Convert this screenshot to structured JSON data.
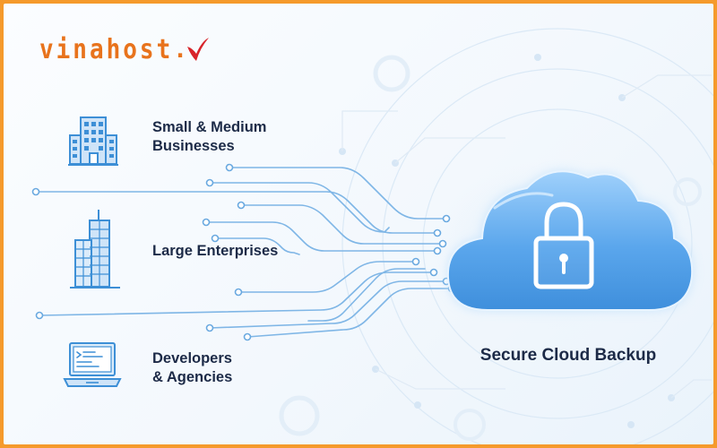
{
  "brand": {
    "name": "vinahost",
    "suffix": "."
  },
  "segments": [
    {
      "label_line1": "Small & Medium",
      "label_line2": "Businesses",
      "icon": "building-icon"
    },
    {
      "label_line1": "Large Enterprises",
      "label_line2": "",
      "icon": "skyscraper-icon"
    },
    {
      "label_line1": "Developers",
      "label_line2": "& Agencies",
      "icon": "laptop-icon"
    }
  ],
  "cloud": {
    "label": "Secure Cloud Backup",
    "icon": "lock-icon"
  },
  "colors": {
    "accent_orange": "#e8731c",
    "check_red": "#d8242b",
    "navy_text": "#1c2a47",
    "icon_blue": "#3d8fd6",
    "line_blue": "#7fb6e6",
    "cloud_blue": "#5aa6ec"
  }
}
